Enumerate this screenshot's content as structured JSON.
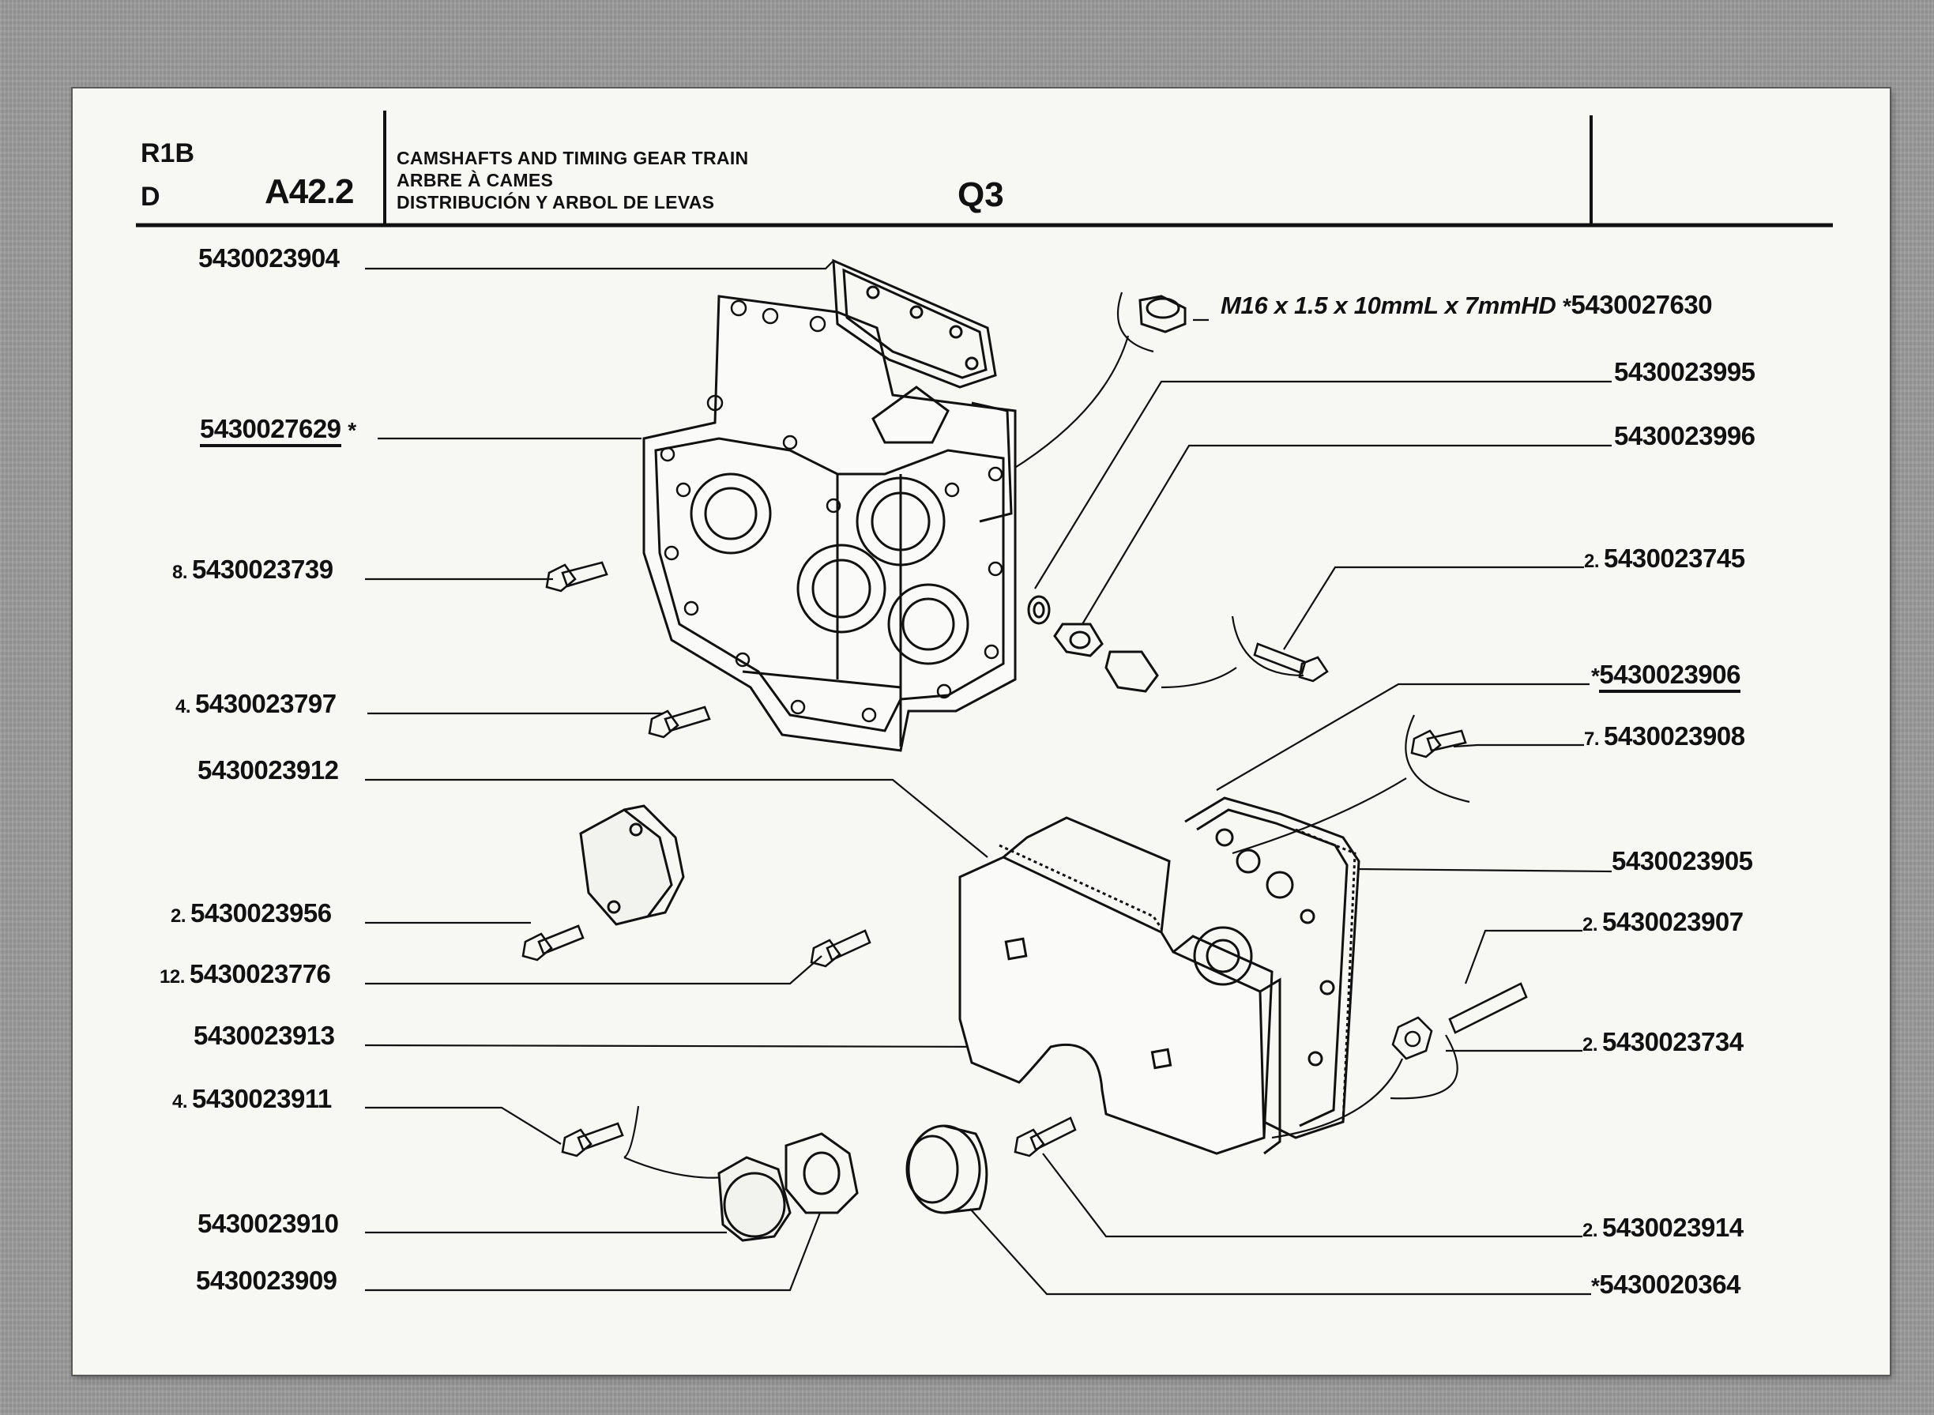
{
  "header": {
    "code_line1": "R1B",
    "code_line2": "D",
    "page": "A42.2",
    "title_en": "CAMSHAFTS AND TIMING GEAR TRAIN",
    "title_fr": "ARBRE À CAMES",
    "title_es": "DISTRIBUCIÓN Y ARBOL DE LEVAS",
    "section": "Q3"
  },
  "left_parts": [
    {
      "qty": "",
      "number": "5430023904",
      "star": ""
    },
    {
      "qty": "",
      "number": "5430027629",
      "star": "*"
    },
    {
      "qty": "8.",
      "number": "5430023739",
      "star": ""
    },
    {
      "qty": "4.",
      "number": "5430023797",
      "star": ""
    },
    {
      "qty": "",
      "number": "5430023912",
      "star": ""
    },
    {
      "qty": "2.",
      "number": "5430023956",
      "star": ""
    },
    {
      "qty": "12.",
      "number": "5430023776",
      "star": ""
    },
    {
      "qty": "",
      "number": "5430023913",
      "star": ""
    },
    {
      "qty": "4.",
      "number": "5430023911",
      "star": ""
    },
    {
      "qty": "",
      "number": "5430023910",
      "star": ""
    },
    {
      "qty": "",
      "number": "5430023909",
      "star": ""
    }
  ],
  "right_parts": [
    {
      "spec": "M16 x 1.5 x 10mmL x 7mmHD",
      "star": "*",
      "qty": "",
      "number": "5430027630"
    },
    {
      "spec": "",
      "star": "",
      "qty": "",
      "number": "5430023995"
    },
    {
      "spec": "",
      "star": "",
      "qty": "",
      "number": "5430023996"
    },
    {
      "spec": "",
      "star": "",
      "qty": "2.",
      "number": "5430023745"
    },
    {
      "spec": "",
      "star": "*",
      "qty": "",
      "number": "5430023906"
    },
    {
      "spec": "",
      "star": "",
      "qty": "7.",
      "number": "5430023908"
    },
    {
      "spec": "",
      "star": "",
      "qty": "",
      "number": "5430023905"
    },
    {
      "spec": "",
      "star": "",
      "qty": "2.",
      "number": "5430023907"
    },
    {
      "spec": "",
      "star": "",
      "qty": "2.",
      "number": "5430023734"
    },
    {
      "spec": "",
      "star": "",
      "qty": "2.",
      "number": "5430023914"
    },
    {
      "spec": "",
      "star": "*",
      "qty": "",
      "number": "5430020364"
    }
  ]
}
